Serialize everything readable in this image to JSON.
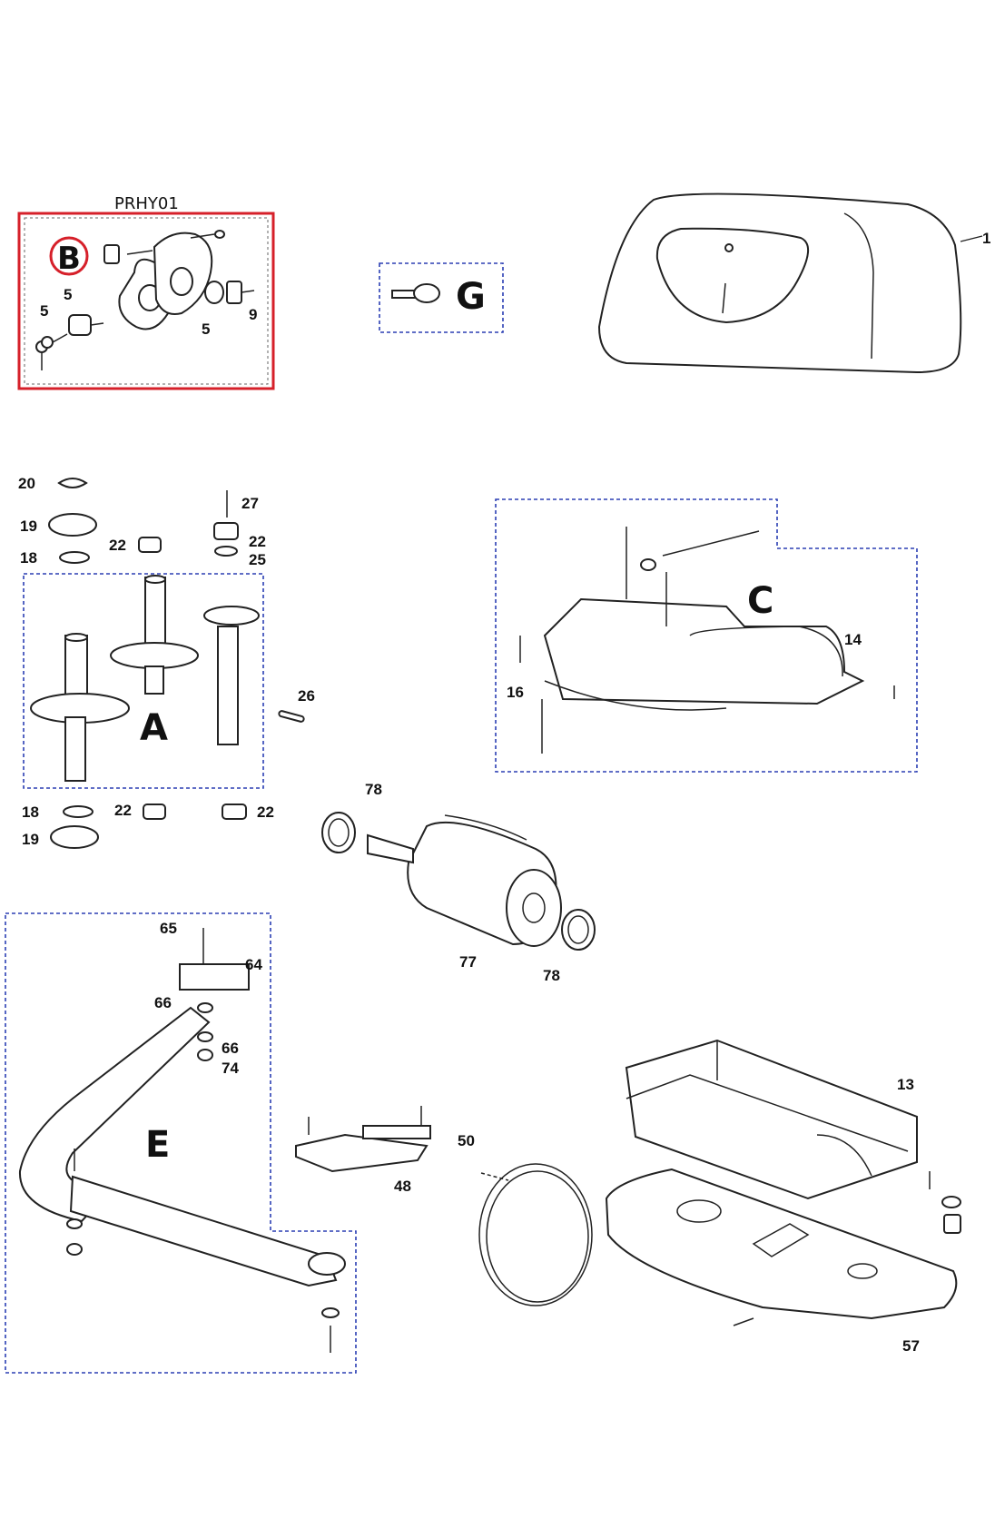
{
  "kit": {
    "code": "PRHY01",
    "highlight_color": "#d6202a"
  },
  "groups": {
    "B": "B",
    "G": "G",
    "A": "A",
    "C": "C",
    "E": "E"
  },
  "group_border_color": "#2b3fb4",
  "labels": {
    "b_5a": "5",
    "b_5b": "5",
    "b_5c": "5",
    "b_9": "9",
    "p_1": "1",
    "p_20": "20",
    "p_19a": "19",
    "p_18a": "18",
    "p_22a": "22",
    "p_27": "27",
    "p_22b": "22",
    "p_25": "25",
    "p_26": "26",
    "p_18b": "18",
    "p_22c": "22",
    "p_22d": "22",
    "p_19b": "19",
    "p_14": "14",
    "p_16": "16",
    "p_78a": "78",
    "p_77": "77",
    "p_78b": "78",
    "p_65": "65",
    "p_64": "64",
    "p_66a": "66",
    "p_66b": "66",
    "p_74": "74",
    "p_50": "50",
    "p_48": "48",
    "p_13": "13",
    "p_57": "57"
  },
  "icons": {
    "key": "key-icon",
    "cover": "cover-icon",
    "motor": "motor-icon",
    "arm": "arm-icon",
    "base": "base-icon",
    "gears": "gear-icon",
    "gearbox": "gearbox-icon",
    "terminal": "terminal-block-icon",
    "cable": "cable-icon",
    "plate": "plate-icon"
  }
}
